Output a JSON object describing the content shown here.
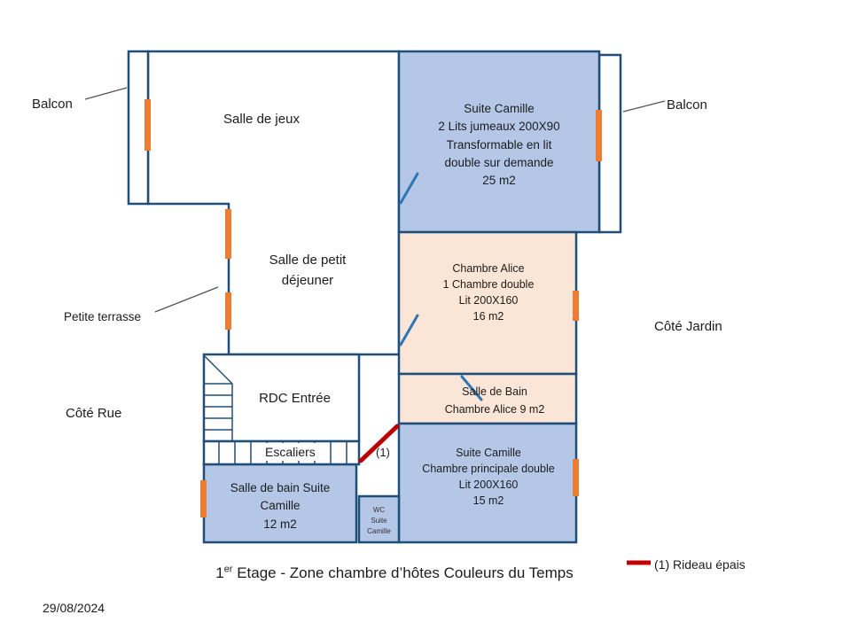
{
  "colors": {
    "wall": "#1f4e79",
    "room_blue": "#b4c7e7",
    "room_peach": "#fbe5d6",
    "window_marker": "#ed7d31",
    "door_swing": "#2e75b6",
    "curtain_red": "#c00000"
  },
  "labels": {
    "balcon_left": "Balcon",
    "balcon_right": "Balcon",
    "petite_terrasse": "Petite terrasse",
    "cote_rue": "Côté Rue",
    "cote_jardin": "Côté Jardin",
    "curtain_marker": "(1)"
  },
  "rooms": {
    "salle_de_jeux": "Salle de jeux",
    "suite_camille_haut": "Suite Camille\n2 Lits jumeaux 200X90\nTransformable en lit\ndouble sur demande\n25 m2",
    "salle_petit_dejeuner": "Salle de petit\ndéjeuner",
    "chambre_alice": "Chambre Alice\n1 Chambre double\nLit 200X160\n16 m2",
    "salle_de_bain_alice": "Salle de Bain\nChambre Alice  9 m2",
    "rdc_entree": "RDC Entrée",
    "escaliers": "Escaliers",
    "suite_camille_bas": "Suite Camille\nChambre principale double\nLit 200X160\n15 m2",
    "salle_de_bain_suite_camille": "Salle de bain Suite\nCamille\n12 m2",
    "wc_suite_camille": "WC\nSuite\nCamille"
  },
  "caption": {
    "num": "1",
    "sup": "er",
    "rest": " Etage  - Zone chambre d’hôtes   Couleurs du Temps"
  },
  "legend": {
    "curtain": "(1) Rideau épais"
  },
  "date": "29/08/2024"
}
